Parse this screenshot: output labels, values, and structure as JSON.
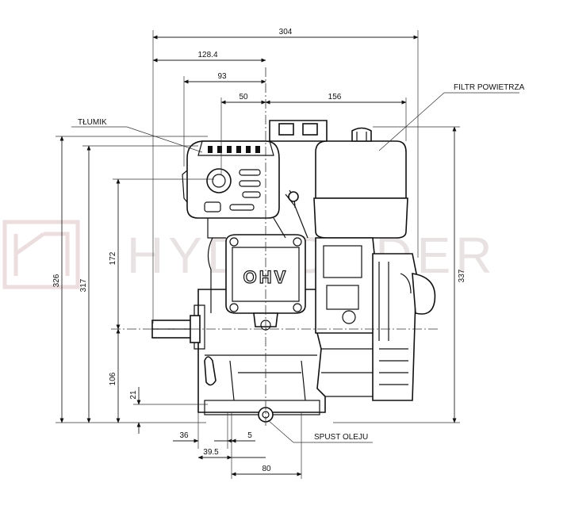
{
  "watermark": "HYDROUDER",
  "labels": {
    "tlumik": "TŁUMIK",
    "filtr": "FILTR POWIETRZA",
    "spust": "SPUST OLEJU",
    "ohv": "OHV"
  },
  "dimensions": {
    "d304": "304",
    "d128": "128.4",
    "d93": "93",
    "d50": "50",
    "d156": "156",
    "d326": "326",
    "d317": "317",
    "d172": "172",
    "d106": "106",
    "d21": "21",
    "d337": "337",
    "d36": "36",
    "d5": "5",
    "d39": "39.5",
    "d80": "80"
  }
}
